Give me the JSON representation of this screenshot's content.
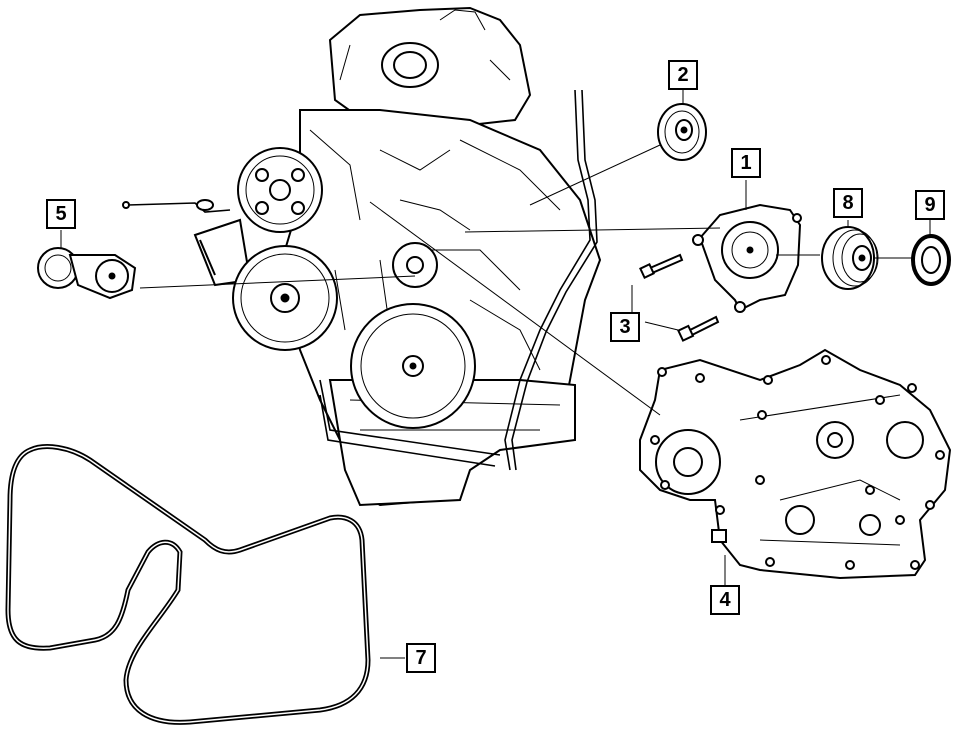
{
  "diagram": {
    "callouts": [
      {
        "id": "1",
        "label": "1"
      },
      {
        "id": "2",
        "label": "2"
      },
      {
        "id": "3",
        "label": "3"
      },
      {
        "id": "4",
        "label": "4"
      },
      {
        "id": "5",
        "label": "5"
      },
      {
        "id": "7",
        "label": "7"
      },
      {
        "id": "8",
        "label": "8"
      },
      {
        "id": "9",
        "label": "9"
      }
    ]
  }
}
